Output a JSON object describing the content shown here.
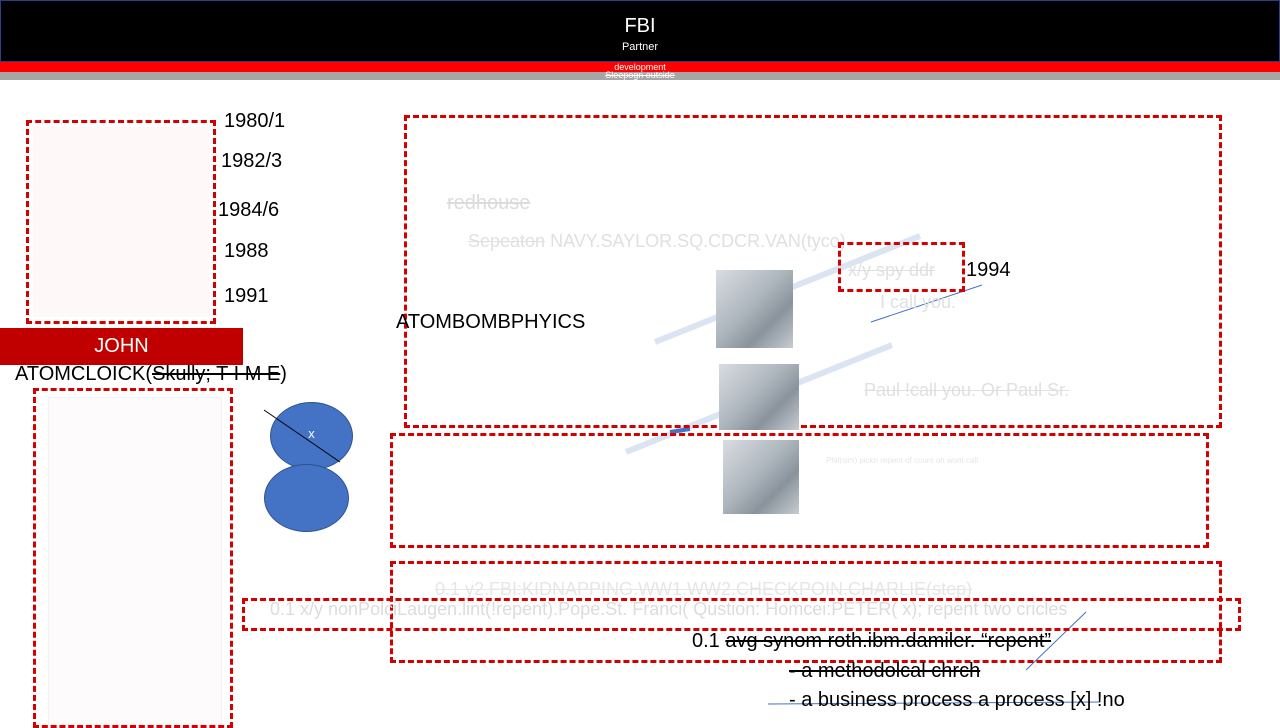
{
  "header": {
    "title": "FBI",
    "subtitle": "Partner"
  },
  "bars": {
    "red_label": "development",
    "gray_label": "Sleepogn outside"
  },
  "timeline": {
    "years": [
      "1980/1",
      "1982/3",
      "1984/6",
      "1988",
      "1991"
    ]
  },
  "sidebar": {
    "name_label": "JOHN",
    "atomclock_prefix": "ATOMCLOICK(",
    "atomclock_struck": "Skully;  T I M E",
    "atomclock_suffix": ")"
  },
  "circle_mark": "x",
  "main": {
    "redhouse": "redhouse",
    "sepeaton_struck": "Sepeaton",
    "navy_line": " NAVY.SAYLOR.SQ.CDCR.VAN(tyco)",
    "xy_spy": "x/y spy ddr",
    "year_1994": "1994",
    "i_call_you": "I call you.",
    "atombomb": "ATOMBOMBPHYICS",
    "paul_line": "Paul !call you. Or Paul Sr.",
    "phillips_line": "Phil(sim) pickn repent of cours oh wont call",
    "kidnapping_line": "0.1 y2.FBI:KIDNAPPING.WW1.WW2.CHECKPOIN.CHARLIE(step)",
    "nonpolci_line": "0.1 x/y nonPolciLaugen.lint(!repent).Pope.St. Franci( Qustion: Homcei:PETER( x); repent two cricles",
    "avg_prefix": "0.1 ",
    "avg_struck": "avg synom roth.ibm.damiler. “repent”",
    "methodical_line": "- a methodolcal chrch",
    "business_line": "- a business process a process [x]  !no"
  }
}
